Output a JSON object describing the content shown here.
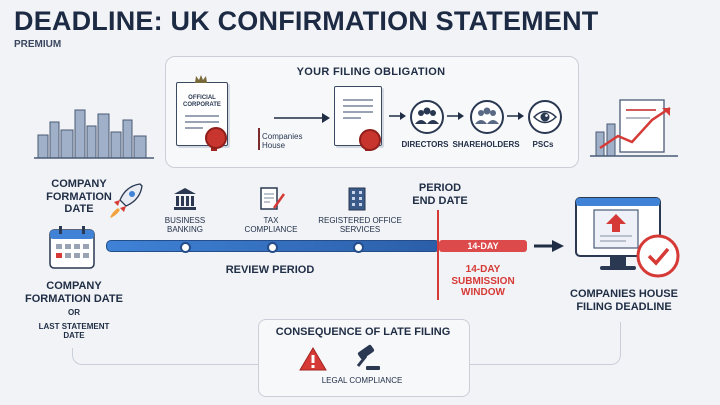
{
  "header": {
    "title": "DEADLINE: UK CONFIRMATION STATEMENT",
    "subtitle": "PREMIUM"
  },
  "obligation": {
    "title": "YOUR FILING OBLIGATION",
    "doc_label_1": "OFFICIAL",
    "doc_label_2": "CORPORATE",
    "companies_house_1": "Companies",
    "companies_house_2": "House",
    "people": [
      "DIRECTORS",
      "SHAREHOLDERS",
      "PSCs"
    ]
  },
  "timeline": {
    "formation_top_1": "COMPANY",
    "formation_top_2": "FORMATION",
    "formation_top_3": "DATE",
    "formation_bottom_1": "COMPANY",
    "formation_bottom_2": "FORMATION DATE",
    "or": "OR",
    "last_statement_1": "LAST STATEMENT",
    "last_statement_2": "DATE",
    "milestones": [
      {
        "line1": "BUSINESS",
        "line2": "BANKING"
      },
      {
        "line1": "TAX",
        "line2": "COMPLIANCE"
      },
      {
        "line1": "REGISTERED OFFICE",
        "line2": "SERVICES"
      }
    ],
    "review_period": "REVIEW PERIOD",
    "period_end_1": "PERIOD",
    "period_end_2": "END DATE",
    "bar_label": "14-DAY",
    "window_1": "14-DAY",
    "window_2": "SUBMISSION",
    "window_3": "WINDOW",
    "deadline_1": "COMPANIES HOUSE",
    "deadline_2": "FILING DEADLINE"
  },
  "consequence": {
    "title": "CONSEQUENCE OF LATE FILING",
    "item": "LEGAL COMPLIANCE"
  },
  "colors": {
    "accent_blue": "#2b5ea8",
    "alert_red": "#dd4a4c",
    "text_navy": "#1f2d45"
  }
}
